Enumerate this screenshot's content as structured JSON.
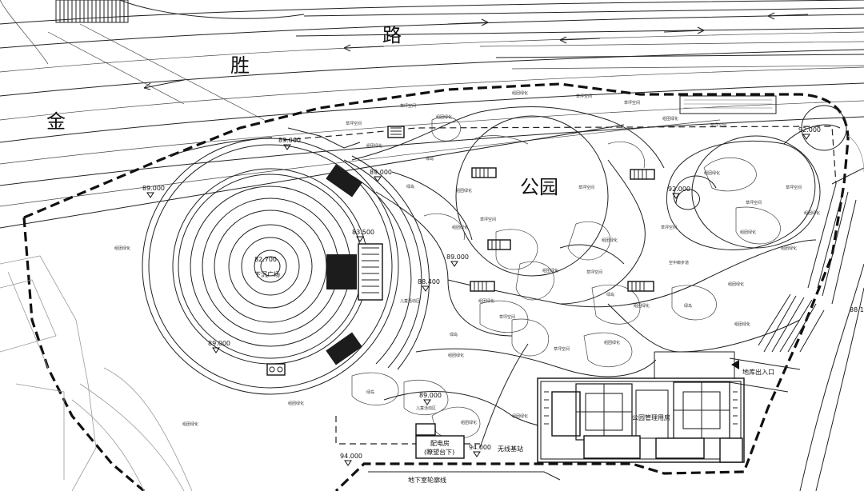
{
  "title": "公园",
  "road": {
    "chars": [
      "金",
      "胜",
      "路"
    ]
  },
  "labels": {
    "sunken_plaza": "下沉广场",
    "management": "公园管理用房",
    "power_room": "配电房",
    "power_room_sub": "(瞭望台下)",
    "base_station": "无线基站",
    "garage_exit": "地库出入口",
    "underground": "地下室轮廓线"
  },
  "elevations": [
    {
      "id": "e1",
      "text": "89.000"
    },
    {
      "id": "e2",
      "text": "89.000"
    },
    {
      "id": "e3",
      "text": "89.000"
    },
    {
      "id": "e4",
      "text": "83.500"
    },
    {
      "id": "e5",
      "text": "82.700"
    },
    {
      "id": "e6",
      "text": "89.000"
    },
    {
      "id": "e7",
      "text": "88.400"
    },
    {
      "id": "e8",
      "text": "89.000"
    },
    {
      "id": "e9",
      "text": "89.000"
    },
    {
      "id": "e10",
      "text": "94.000"
    },
    {
      "id": "e11",
      "text": "94.000"
    },
    {
      "id": "e12",
      "text": "92.000"
    },
    {
      "id": "e13",
      "text": "92.000"
    },
    {
      "id": "e14",
      "text": "88.1"
    }
  ],
  "small_notes": {
    "lawn": "草坪空间",
    "green": "组团绿化",
    "forest": "绿岛",
    "child": "儿童活动区",
    "sky": "空中廊步道"
  }
}
